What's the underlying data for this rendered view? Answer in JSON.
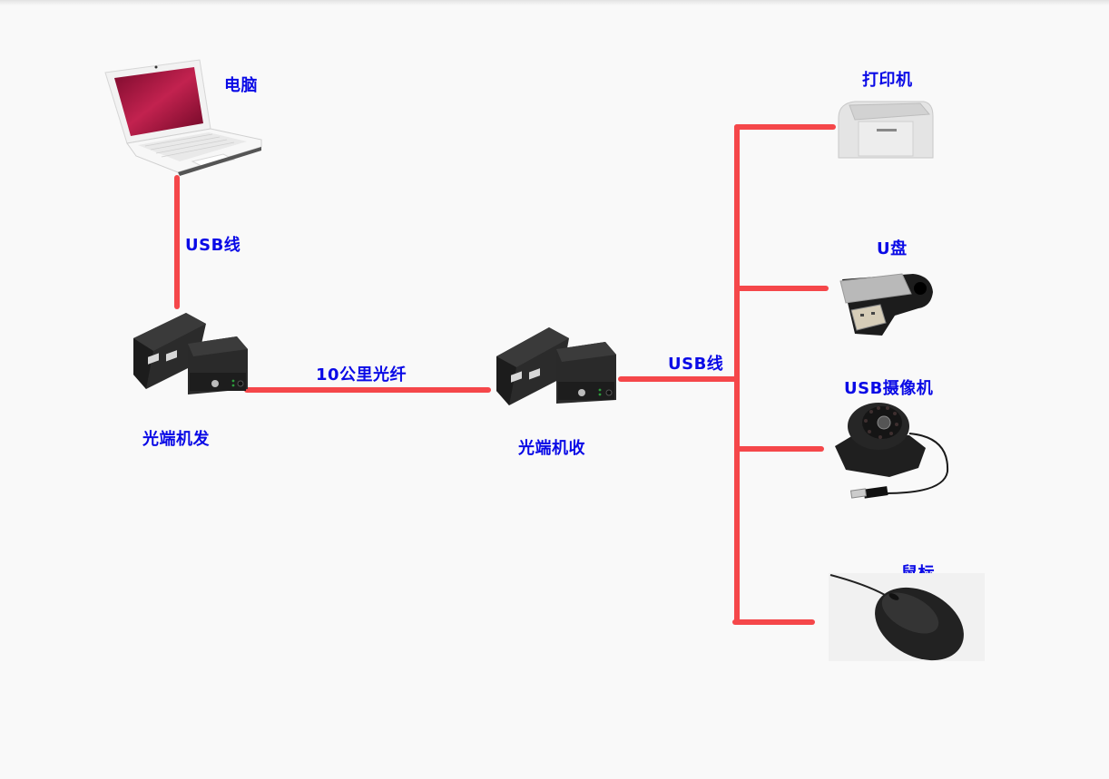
{
  "diagram": {
    "title": "USB光纤延长器连接示意图",
    "colors": {
      "wire": "#f5474a",
      "label": "#0a0ae6",
      "background": "#f9f9f9"
    },
    "nodes": {
      "computer": {
        "label": "电脑",
        "icon": "laptop-icon"
      },
      "tx": {
        "label": "光端机发",
        "icon": "fiber-extender-icon"
      },
      "rx": {
        "label": "光端机收",
        "icon": "fiber-extender-icon"
      },
      "printer": {
        "label": "打印机",
        "icon": "printer-icon"
      },
      "usb_drive": {
        "label": "U盘",
        "icon": "usb-drive-icon"
      },
      "camera": {
        "label": "USB摄像机",
        "icon": "usb-camera-icon"
      },
      "mouse": {
        "label": "鼠标",
        "icon": "mouse-icon"
      }
    },
    "links": {
      "computer_tx": {
        "label": "USB线",
        "from": "computer",
        "to": "tx"
      },
      "tx_rx": {
        "label": "10公里光纤",
        "from": "tx",
        "to": "rx"
      },
      "rx_hub": {
        "label": "USB线",
        "from": "rx",
        "to": "devices"
      }
    }
  }
}
